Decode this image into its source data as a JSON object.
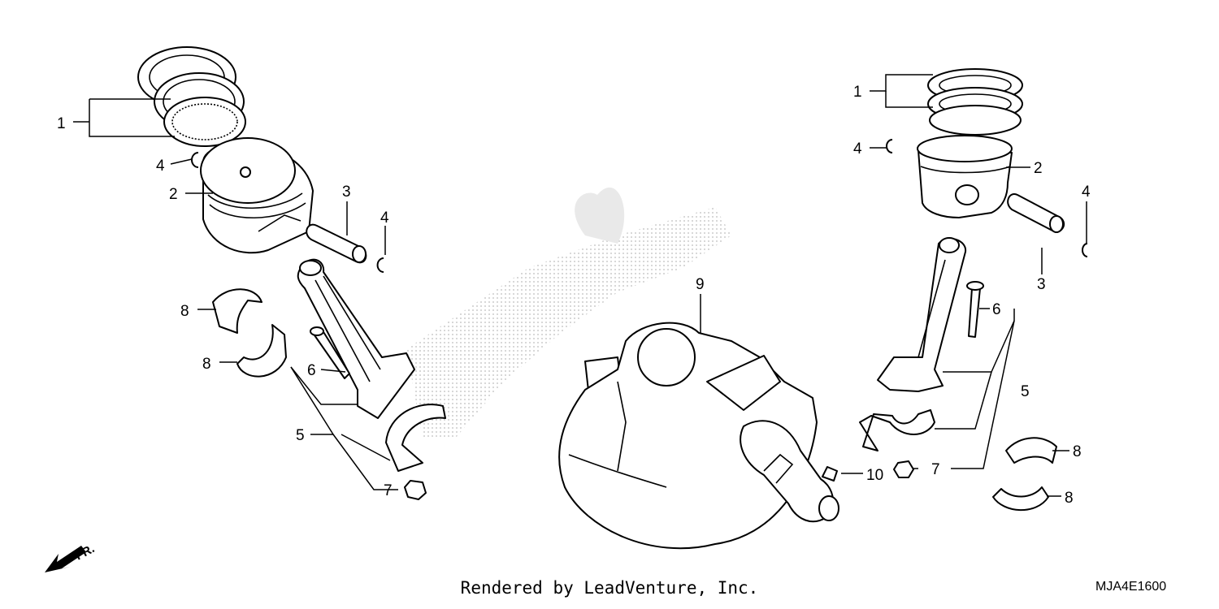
{
  "labels": {
    "left_rings": "1",
    "left_piston": "2",
    "left_pin": "3",
    "left_clip_upper": "4",
    "left_clip_lower": "4",
    "left_bolt": "6",
    "left_rod": "5",
    "left_nut": "7",
    "left_bearing_upper": "8",
    "left_bearing_lower": "8",
    "crankshaft": "9",
    "key": "10",
    "right_rings": "1",
    "right_piston": "2",
    "right_pin": "3",
    "right_clip_front": "4",
    "right_clip_back": "4",
    "right_bolt": "6",
    "right_rod": "5",
    "right_nut": "7",
    "right_bearing_upper": "8",
    "right_bearing_lower": "8"
  },
  "front_marker": "FR.",
  "credit": "Rendered by LeadVenture, Inc.",
  "diagram_code": "MJA4E1600"
}
